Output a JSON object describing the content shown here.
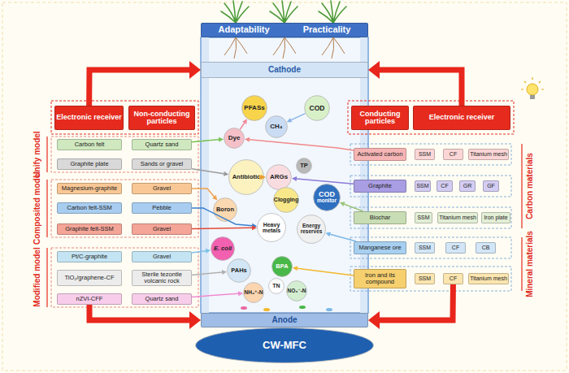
{
  "diagram": {
    "nodes": [
      {
        "text": [
          "Adaptability",
          "Practicality"
        ]
      },
      {
        "text": [
          "Cathode"
        ]
      },
      {
        "text": [
          "Electronic receiver"
        ]
      },
      {
        "text": [
          "Non-conducting particles"
        ]
      },
      {
        "text": [
          "Carbon felt"
        ]
      },
      {
        "text": [
          "Quartz sand"
        ]
      },
      {
        "text": [
          "Graphite plate"
        ]
      },
      {
        "text": [
          "Sands or gravel"
        ]
      },
      {
        "text": [
          "Magnesium-graphite"
        ]
      },
      {
        "text": [
          "Gravel"
        ]
      },
      {
        "text": [
          "Carbon felt-SSM"
        ]
      },
      {
        "text": [
          "Pebble"
        ]
      },
      {
        "text": [
          "Graphite felt-SSM"
        ]
      },
      {
        "text": [
          "Gravel"
        ]
      },
      {
        "text": [
          "Pt/C-graphite"
        ]
      },
      {
        "text": [
          "Gravel"
        ]
      },
      {
        "text": [
          "TiO₂/graphene-CF"
        ]
      },
      {
        "text": [
          "Sterile tezontle volcanic rock"
        ]
      },
      {
        "text": [
          "nZVI-CFF"
        ]
      },
      {
        "text": [
          "Quartz sand"
        ]
      },
      {
        "text": [
          "PFASs"
        ]
      },
      {
        "text": [
          "COD"
        ]
      },
      {
        "text": [
          "Dye"
        ]
      },
      {
        "text": [
          "CH₄"
        ]
      },
      {
        "text": [
          "Antibiotic"
        ]
      },
      {
        "text": [
          "ARGs"
        ]
      },
      {
        "text": [
          "TP"
        ]
      },
      {
        "text": [
          "Boron"
        ]
      },
      {
        "text": [
          "Clogging"
        ]
      },
      {
        "text": [
          "COD",
          "monitor"
        ]
      },
      {
        "text": [
          "Heavy metals"
        ]
      },
      {
        "text": [
          "Energy reserves"
        ]
      },
      {
        "text": [
          "E. coli"
        ]
      },
      {
        "text": [
          "PAHs"
        ]
      },
      {
        "text": [
          "BPA"
        ]
      },
      {
        "text": [
          "TN"
        ]
      },
      {
        "text": [
          "NH₄⁺-N"
        ]
      },
      {
        "text": [
          "NO₃⁻-N"
        ]
      },
      {
        "text": [
          "Conducting particles"
        ]
      },
      {
        "text": [
          "Electronic receiver"
        ]
      },
      {
        "text": [
          "Activated carbon"
        ]
      },
      {
        "text": [
          "SSM"
        ]
      },
      {
        "text": [
          "CF"
        ]
      },
      {
        "text": [
          "Titanium mesh"
        ]
      },
      {
        "text": [
          "Graphite"
        ]
      },
      {
        "text": [
          "SSM"
        ]
      },
      {
        "text": [
          "CF"
        ]
      },
      {
        "text": [
          "GR"
        ]
      },
      {
        "text": [
          "GF"
        ]
      },
      {
        "text": [
          "Biochar"
        ]
      },
      {
        "text": [
          "SSM"
        ]
      },
      {
        "text": [
          "Titanium mesh"
        ]
      },
      {
        "text": [
          "Iron plate"
        ]
      },
      {
        "text": [
          "Manganese ore"
        ]
      },
      {
        "text": [
          "SSM"
        ]
      },
      {
        "text": [
          "CF"
        ]
      },
      {
        "text": [
          "CB"
        ]
      },
      {
        "text": [
          "Iron and its compound"
        ]
      },
      {
        "text": [
          "SSM"
        ]
      },
      {
        "text": [
          "CF"
        ]
      },
      {
        "text": [
          "Titanium mesh"
        ]
      },
      {
        "text": [
          "Anode"
        ]
      },
      {
        "text": [
          "CW-MFC"
        ]
      }
    ],
    "edges": [
      {
        "from": 2,
        "to": 1,
        "arrow": "to"
      },
      {
        "from": 39,
        "to": 1,
        "arrow": "to"
      },
      {
        "from": 18,
        "to": 61,
        "arrow": "to"
      },
      {
        "from": 59,
        "to": 61,
        "arrow": "to"
      },
      {
        "from": 5,
        "to": 22,
        "arrow": "to"
      },
      {
        "from": 7,
        "to": 24,
        "arrow": "to"
      },
      {
        "from": 9,
        "to": 27,
        "arrow": "to"
      },
      {
        "from": 11,
        "to": 30,
        "arrow": "to"
      },
      {
        "from": 13,
        "to": 30,
        "arrow": "to"
      },
      {
        "from": 15,
        "to": 32,
        "arrow": "to"
      },
      {
        "from": 17,
        "to": 33,
        "arrow": "to"
      },
      {
        "from": 19,
        "to": 36,
        "arrow": "to"
      },
      {
        "from": 40,
        "to": 22,
        "arrow": "to"
      },
      {
        "from": 44,
        "to": 25,
        "arrow": "to"
      },
      {
        "from": 49,
        "to": 29,
        "arrow": "to"
      },
      {
        "from": 53,
        "to": 31,
        "arrow": "to"
      },
      {
        "from": 57,
        "to": 34,
        "arrow": "to"
      },
      {
        "from": 22,
        "to": 20,
        "arrow": "to"
      },
      {
        "from": 21,
        "to": 23,
        "arrow": "to"
      },
      {
        "from": 24,
        "to": 25,
        "arrow": "both"
      }
    ],
    "labels": [
      "Unify model",
      "Composited model",
      "Modified model",
      "Carbon materials",
      "Mineral materials"
    ]
  }
}
